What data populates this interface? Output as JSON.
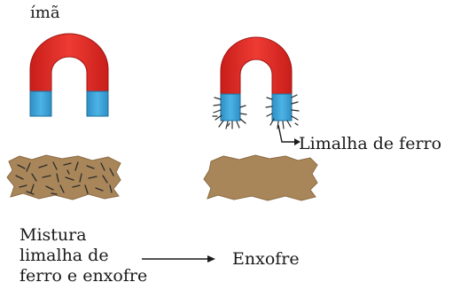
{
  "labels": {
    "magnet": "ímã",
    "iron_filings": "Limalha de ferro",
    "mixture": [
      "Mistura",
      "limalha de",
      "ferro e enxofre"
    ],
    "sulfur": "Enxofre"
  },
  "colors": {
    "magnet_north": "#e8332d",
    "magnet_south": "#3aa7dc",
    "sulfur_pile": "#a9865a",
    "filings": "#2b2b2b",
    "arrow": "#1a1a1a"
  },
  "icons": [
    "horseshoe-magnet-icon",
    "iron-filings-icon",
    "sulfur-pile-icon",
    "arrow-right-icon"
  ]
}
